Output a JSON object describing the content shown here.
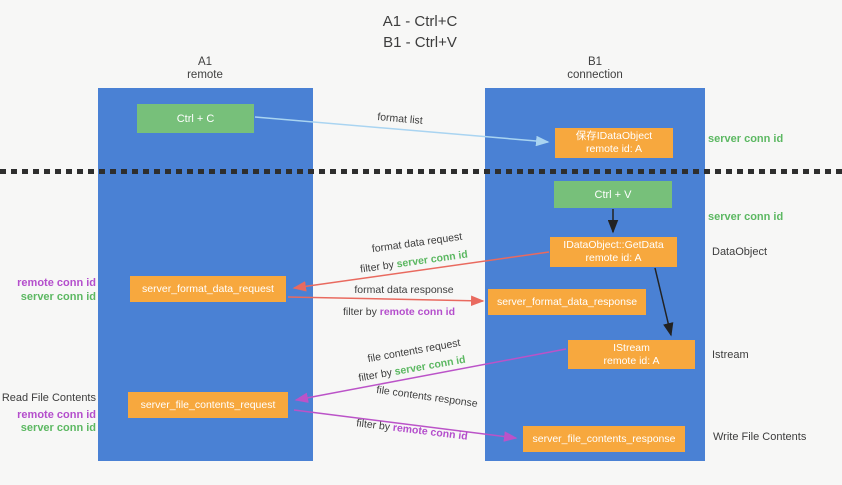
{
  "title": {
    "line1": "A1 - Ctrl+C",
    "line2": "B1 - Ctrl+V"
  },
  "lanes": {
    "left": {
      "id": "A1",
      "role": "remote"
    },
    "right": {
      "id": "B1",
      "role": "connection"
    }
  },
  "nodes": {
    "ctrl_c": {
      "label": "Ctrl + C"
    },
    "ctrl_v": {
      "label": "Ctrl + V"
    },
    "save_dataobject": {
      "line1": "保存IDataObject",
      "line2": "remote id: A"
    },
    "getdata": {
      "line1": "IDataObject::GetData",
      "line2": "remote id: A"
    },
    "istream": {
      "line1": "IStream",
      "line2": "remote id: A"
    },
    "server_format_data_request": {
      "label": "server_format_data_request"
    },
    "server_format_data_response": {
      "label": "server_format_data_response"
    },
    "server_file_contents_request": {
      "label": "server_file_contents_request"
    },
    "server_file_contents_response": {
      "label": "server_file_contents_response"
    }
  },
  "flow_labels": {
    "format_list": "format list",
    "format_data_request": "format data request",
    "format_data_response": "format data response",
    "file_contents_request": "file contents request",
    "file_contents_response": "file contents response",
    "filter_by": "filter by",
    "server_conn_id": "server conn id",
    "remote_conn_id": "remote conn id"
  },
  "side_labels": {
    "right_server_conn_id_top": "server conn id",
    "right_server_conn_id_mid": "server conn id",
    "right_dataobject": "DataObject",
    "right_istream": "Istream",
    "right_write_file_contents": "Write File Contents",
    "left_remote_conn_id_top": "remote conn id",
    "left_server_conn_id_top": "server conn id",
    "left_read_file_contents": "Read File Contents",
    "left_remote_conn_id_bottom": "remote conn id",
    "left_server_conn_id_bottom": "server conn id"
  },
  "edges": [
    {
      "from": "ctrl_c",
      "to": "save_dataobject",
      "label": "format list",
      "color": "#a9d4f1"
    },
    {
      "from": "ctrl_v",
      "to": "getdata",
      "label": "",
      "color": "#222222"
    },
    {
      "from": "getdata",
      "to": "istream",
      "label": "",
      "color": "#222222"
    },
    {
      "from": "getdata",
      "to": "server_format_data_request",
      "label": "format data request / filter by server conn id",
      "color": "#e96a5f"
    },
    {
      "from": "server_format_data_request",
      "to": "server_format_data_response",
      "label": "format data response / filter by remote conn id",
      "color": "#e96a5f"
    },
    {
      "from": "istream",
      "to": "server_file_contents_request",
      "label": "file contents request / filter by server conn id",
      "color": "#bb53c8"
    },
    {
      "from": "server_file_contents_request",
      "to": "server_file_contents_response",
      "label": "file contents response / filter by remote conn id",
      "color": "#bb53c8"
    }
  ],
  "colors": {
    "lane_blue": "#4a81d4",
    "action_green": "#77c07a",
    "message_orange": "#f7a83e",
    "arrow_blue": "#a9d4f1",
    "arrow_red": "#e96a5f",
    "arrow_magenta": "#bb53c8",
    "arrow_black": "#222222",
    "conn_id_green": "#5cb862",
    "conn_id_purple": "#b44ecc",
    "background": "#f7f7f6"
  }
}
